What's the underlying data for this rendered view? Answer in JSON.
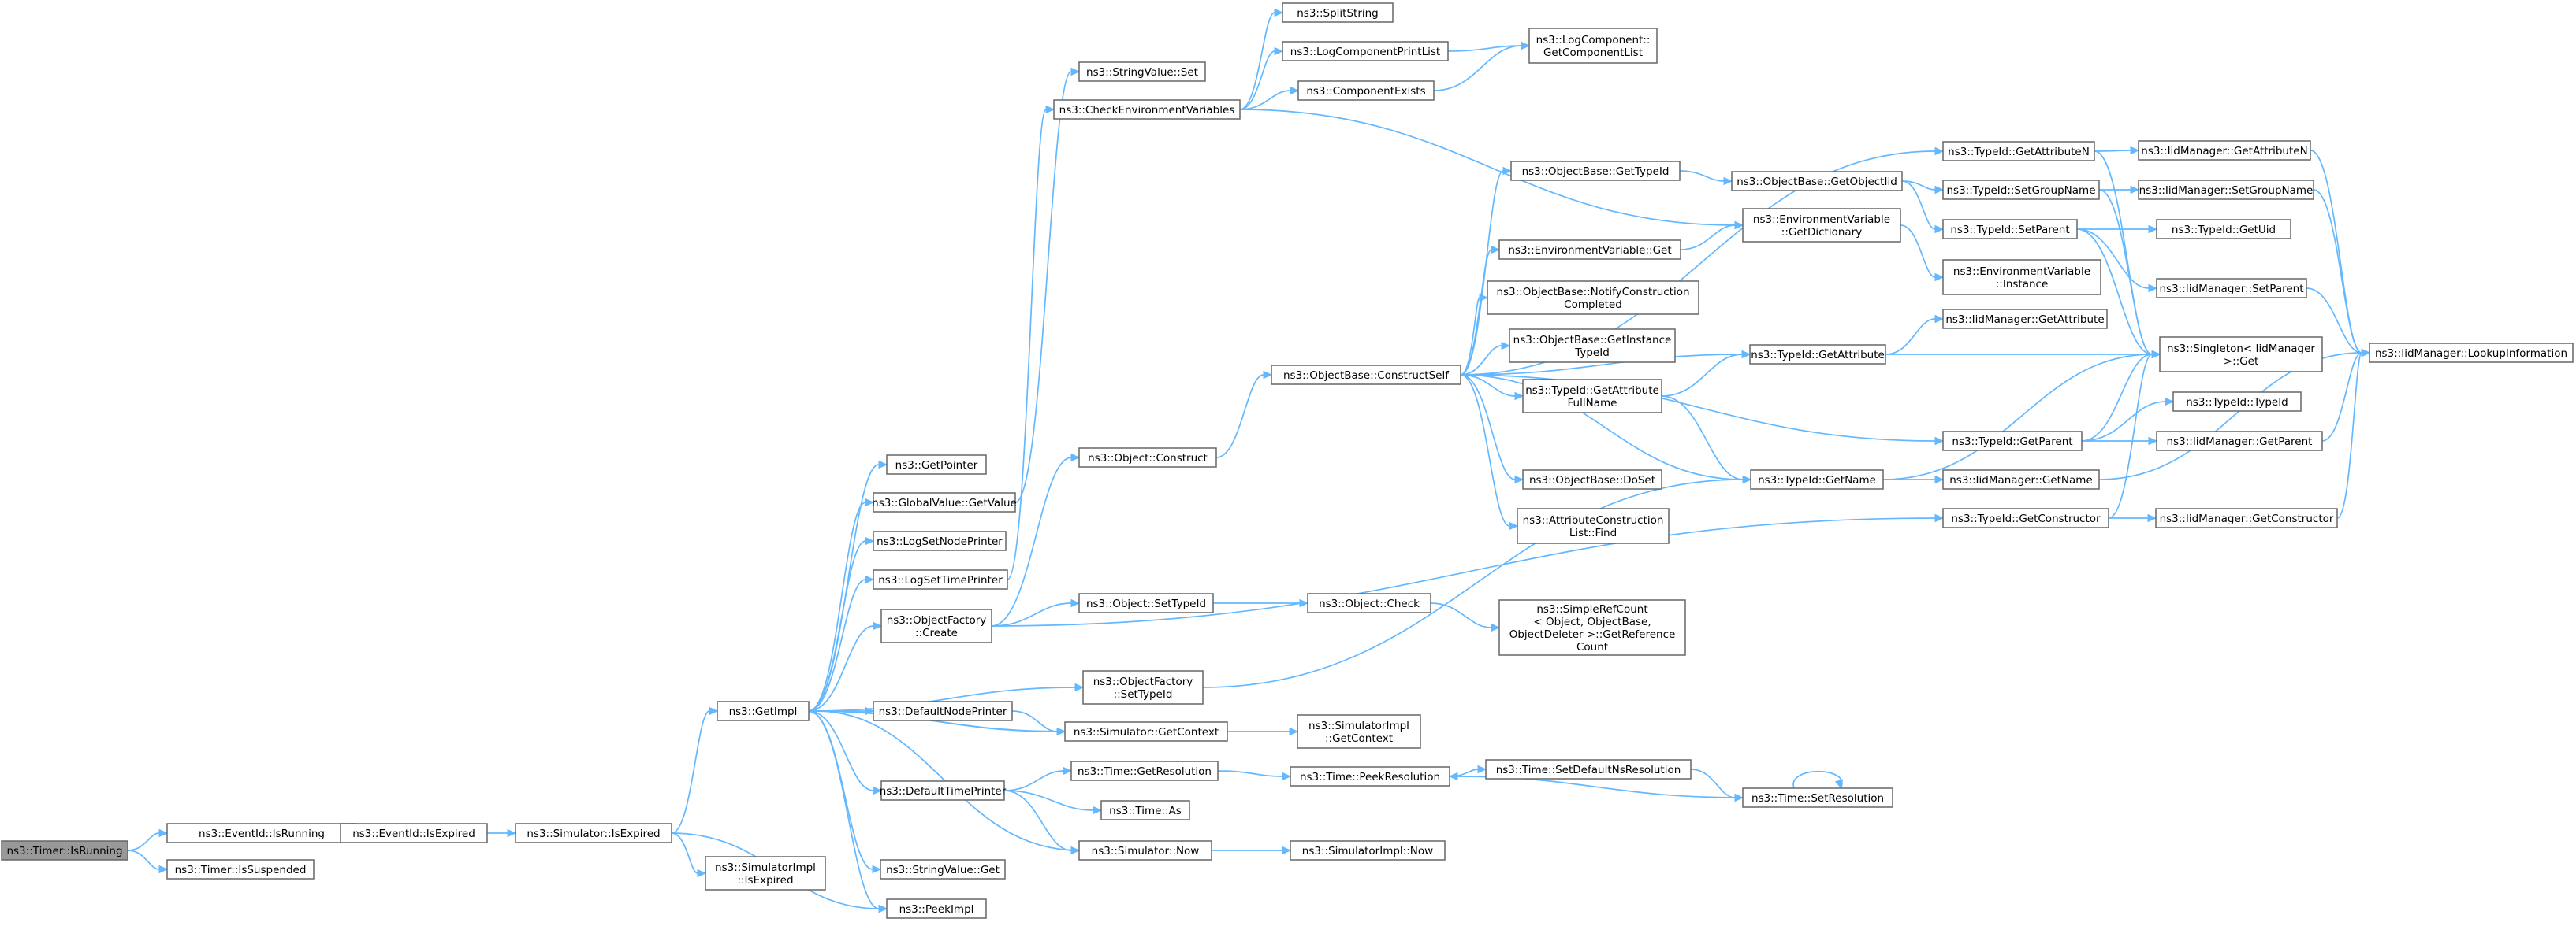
{
  "title": "",
  "nodes": [
    {
      "id": "timer_isrunning",
      "lines": [
        "ns3::Timer::IsRunning"
      ],
      "root": true
    },
    {
      "id": "eventid_isrunning",
      "lines": [
        "ns3::EventId::IsRunning"
      ]
    },
    {
      "id": "timer_issuspended",
      "lines": [
        "ns3::Timer::IsSuspended"
      ]
    },
    {
      "id": "eventid_isexpired",
      "lines": [
        "ns3::EventId::IsExpired"
      ]
    },
    {
      "id": "simulator_isexpired",
      "lines": [
        "ns3::Simulator::IsExpired"
      ]
    },
    {
      "id": "simimpl_isexpired",
      "lines": [
        "ns3::SimulatorImpl",
        "::IsExpired"
      ]
    },
    {
      "id": "getimpl",
      "lines": [
        "ns3::GetImpl"
      ]
    },
    {
      "id": "peekimpl",
      "lines": [
        "ns3::PeekImpl"
      ]
    },
    {
      "id": "getpointer",
      "lines": [
        "ns3::GetPointer"
      ]
    },
    {
      "id": "globalvalue_getvalue",
      "lines": [
        "ns3::GlobalValue::GetValue"
      ]
    },
    {
      "id": "logsetnodeprinter",
      "lines": [
        "ns3::LogSetNodePrinter"
      ]
    },
    {
      "id": "logsettimeprinter",
      "lines": [
        "ns3::LogSetTimePrinter"
      ]
    },
    {
      "id": "objectfactory_create",
      "lines": [
        "ns3::ObjectFactory",
        "::Create"
      ]
    },
    {
      "id": "defaultnodeprinter",
      "lines": [
        "ns3::DefaultNodePrinter"
      ]
    },
    {
      "id": "defaulttimeprinter",
      "lines": [
        "ns3::DefaultTimePrinter"
      ]
    },
    {
      "id": "stringvalue_get",
      "lines": [
        "ns3::StringValue::Get"
      ]
    },
    {
      "id": "stringvalue_set",
      "lines": [
        "ns3::StringValue::Set"
      ]
    },
    {
      "id": "checkenv",
      "lines": [
        "ns3::CheckEnvironmentVariables"
      ]
    },
    {
      "id": "object_construct",
      "lines": [
        "ns3::Object::Construct"
      ]
    },
    {
      "id": "object_settypeid",
      "lines": [
        "ns3::Object::SetTypeId"
      ]
    },
    {
      "id": "objectfactory_settypeid",
      "lines": [
        "ns3::ObjectFactory",
        "::SetTypeId"
      ]
    },
    {
      "id": "simulator_getcontext",
      "lines": [
        "ns3::Simulator::GetContext"
      ]
    },
    {
      "id": "time_getresolution",
      "lines": [
        "ns3::Time::GetResolution"
      ]
    },
    {
      "id": "time_as",
      "lines": [
        "ns3::Time::As"
      ]
    },
    {
      "id": "simulator_now",
      "lines": [
        "ns3::Simulator::Now"
      ]
    },
    {
      "id": "splitstring",
      "lines": [
        "ns3::SplitString"
      ]
    },
    {
      "id": "logcomponentprintlist",
      "lines": [
        "ns3::LogComponentPrintList"
      ]
    },
    {
      "id": "componentexists",
      "lines": [
        "ns3::ComponentExists"
      ]
    },
    {
      "id": "objectbase_constructself",
      "lines": [
        "ns3::ObjectBase::ConstructSelf"
      ]
    },
    {
      "id": "object_check",
      "lines": [
        "ns3::Object::Check"
      ]
    },
    {
      "id": "simimpl_getcontext",
      "lines": [
        "ns3::SimulatorImpl",
        "::GetContext"
      ]
    },
    {
      "id": "time_peekresolution",
      "lines": [
        "ns3::Time::PeekResolution"
      ]
    },
    {
      "id": "simimpl_now",
      "lines": [
        "ns3::SimulatorImpl::Now"
      ]
    },
    {
      "id": "logcomponent_getlist",
      "lines": [
        "ns3::LogComponent::",
        "GetComponentList"
      ]
    },
    {
      "id": "objectbase_gettypeid",
      "lines": [
        "ns3::ObjectBase::GetTypeId"
      ]
    },
    {
      "id": "envvar_get",
      "lines": [
        "ns3::EnvironmentVariable::Get"
      ]
    },
    {
      "id": "objectbase_notifyconstruction",
      "lines": [
        "ns3::ObjectBase::NotifyConstruction",
        "Completed"
      ]
    },
    {
      "id": "objectbase_getinstancetypeid",
      "lines": [
        "ns3::ObjectBase::GetInstance",
        "TypeId"
      ]
    },
    {
      "id": "typeid_getattributefullname",
      "lines": [
        "ns3::TypeId::GetAttribute",
        "FullName"
      ]
    },
    {
      "id": "objectbase_doset",
      "lines": [
        "ns3::ObjectBase::DoSet"
      ]
    },
    {
      "id": "attributeconstructionlist_find",
      "lines": [
        "ns3::AttributeConstruction",
        "List::Find"
      ]
    },
    {
      "id": "simplerefcount_getrefcount",
      "lines": [
        "ns3::SimpleRefCount",
        "< Object, ObjectBase,",
        " ObjectDeleter >::GetReference",
        "Count"
      ]
    },
    {
      "id": "time_setdefaultnsresolution",
      "lines": [
        "ns3::Time::SetDefaultNsResolution"
      ]
    },
    {
      "id": "objectbase_getobjectiid",
      "lines": [
        "ns3::ObjectBase::GetObjectIid"
      ]
    },
    {
      "id": "envvar_getdictionary",
      "lines": [
        "ns3::EnvironmentVariable",
        "::GetDictionary"
      ]
    },
    {
      "id": "typeid_getattribute",
      "lines": [
        "ns3::TypeId::GetAttribute"
      ]
    },
    {
      "id": "typeid_getname",
      "lines": [
        "ns3::TypeId::GetName"
      ]
    },
    {
      "id": "time_setresolution",
      "lines": [
        "ns3::Time::SetResolution"
      ]
    },
    {
      "id": "typeid_getattributen",
      "lines": [
        "ns3::TypeId::GetAttributeN"
      ]
    },
    {
      "id": "typeid_setgroupname",
      "lines": [
        "ns3::TypeId::SetGroupName"
      ]
    },
    {
      "id": "typeid_setparent",
      "lines": [
        "ns3::TypeId::SetParent"
      ]
    },
    {
      "id": "envvar_instance",
      "lines": [
        "ns3::EnvironmentVariable",
        "::Instance"
      ]
    },
    {
      "id": "iidmanager_getattribute",
      "lines": [
        "ns3::IidManager::GetAttribute"
      ]
    },
    {
      "id": "typeid_getparent",
      "lines": [
        "ns3::TypeId::GetParent"
      ]
    },
    {
      "id": "iidmanager_getname",
      "lines": [
        "ns3::IidManager::GetName"
      ]
    },
    {
      "id": "typeid_getconstructor",
      "lines": [
        "ns3::TypeId::GetConstructor"
      ]
    },
    {
      "id": "iidmanager_getattributen",
      "lines": [
        "ns3::IidManager::GetAttributeN"
      ]
    },
    {
      "id": "iidmanager_setgroupname",
      "lines": [
        "ns3::IidManager::SetGroupName"
      ]
    },
    {
      "id": "typeid_getuid",
      "lines": [
        "ns3::TypeId::GetUid"
      ]
    },
    {
      "id": "iidmanager_setparent",
      "lines": [
        "ns3::IidManager::SetParent"
      ]
    },
    {
      "id": "singleton_get",
      "lines": [
        "ns3::Singleton< IidManager",
        " >::Get"
      ]
    },
    {
      "id": "typeid_typeid",
      "lines": [
        "ns3::TypeId::TypeId"
      ]
    },
    {
      "id": "iidmanager_getparent",
      "lines": [
        "ns3::IidManager::GetParent"
      ]
    },
    {
      "id": "iidmanager_getconstructor",
      "lines": [
        "ns3::IidManager::GetConstructor"
      ]
    },
    {
      "id": "iidmanager_lookupinformation",
      "lines": [
        "ns3::IidManager::LookupInformation"
      ]
    }
  ],
  "edges": [
    [
      "timer_isrunning",
      "eventid_isrunning"
    ],
    [
      "timer_isrunning",
      "timer_issuspended"
    ],
    [
      "eventid_isrunning",
      "eventid_isexpired"
    ],
    [
      "eventid_isexpired",
      "simulator_isexpired"
    ],
    [
      "simulator_isexpired",
      "getimpl"
    ],
    [
      "simulator_isexpired",
      "simimpl_isexpired"
    ],
    [
      "simulator_isexpired",
      "peekimpl"
    ],
    [
      "getimpl",
      "getpointer"
    ],
    [
      "getimpl",
      "globalvalue_getvalue"
    ],
    [
      "getimpl",
      "logsetnodeprinter"
    ],
    [
      "getimpl",
      "logsettimeprinter"
    ],
    [
      "getimpl",
      "objectfactory_create"
    ],
    [
      "getimpl",
      "objectfactory_settypeid"
    ],
    [
      "getimpl",
      "defaultnodeprinter"
    ],
    [
      "getimpl",
      "simulator_getcontext"
    ],
    [
      "getimpl",
      "defaulttimeprinter"
    ],
    [
      "getimpl",
      "stringvalue_get"
    ],
    [
      "getimpl",
      "peekimpl"
    ],
    [
      "globalvalue_getvalue",
      "stringvalue_set"
    ],
    [
      "logsettimeprinter",
      "checkenv"
    ],
    [
      "objectfactory_create",
      "object_construct"
    ],
    [
      "objectfactory_create",
      "object_settypeid"
    ],
    [
      "objectfactory_create",
      "typeid_getconstructor"
    ],
    [
      "objectfactory_settypeid",
      "typeid_getname"
    ],
    [
      "defaultnodeprinter",
      "simulator_getcontext"
    ],
    [
      "simulator_getcontext",
      "getimpl"
    ],
    [
      "simulator_getcontext",
      "simimpl_getcontext"
    ],
    [
      "defaulttimeprinter",
      "time_getresolution"
    ],
    [
      "defaulttimeprinter",
      "time_as"
    ],
    [
      "defaulttimeprinter",
      "simulator_now"
    ],
    [
      "simulator_now",
      "getimpl"
    ],
    [
      "simulator_now",
      "simimpl_now"
    ],
    [
      "time_getresolution",
      "time_peekresolution"
    ],
    [
      "checkenv",
      "splitstring"
    ],
    [
      "checkenv",
      "logcomponentprintlist"
    ],
    [
      "checkenv",
      "componentexists"
    ],
    [
      "checkenv",
      "envvar_getdictionary"
    ],
    [
      "logcomponentprintlist",
      "logcomponent_getlist"
    ],
    [
      "componentexists",
      "logcomponent_getlist"
    ],
    [
      "object_construct",
      "objectbase_constructself"
    ],
    [
      "object_settypeid",
      "object_check"
    ],
    [
      "object_check",
      "simplerefcount_getrefcount"
    ],
    [
      "objectbase_constructself",
      "objectbase_gettypeid"
    ],
    [
      "objectbase_constructself",
      "envvar_get"
    ],
    [
      "objectbase_constructself",
      "objectbase_notifyconstruction"
    ],
    [
      "objectbase_constructself",
      "objectbase_getinstancetypeid"
    ],
    [
      "objectbase_constructself",
      "typeid_getattribute"
    ],
    [
      "objectbase_constructself",
      "typeid_getattributefullname"
    ],
    [
      "objectbase_constructself",
      "objectbase_doset"
    ],
    [
      "objectbase_constructself",
      "attributeconstructionlist_find"
    ],
    [
      "objectbase_constructself",
      "typeid_getname"
    ],
    [
      "objectbase_constructself",
      "typeid_getattributen"
    ],
    [
      "objectbase_constructself",
      "typeid_getparent"
    ],
    [
      "objectbase_gettypeid",
      "objectbase_getobjectiid"
    ],
    [
      "objectbase_getobjectiid",
      "typeid_setgroupname"
    ],
    [
      "objectbase_getobjectiid",
      "typeid_setparent"
    ],
    [
      "envvar_get",
      "envvar_getdictionary"
    ],
    [
      "envvar_getdictionary",
      "envvar_instance"
    ],
    [
      "typeid_getattributefullname",
      "typeid_getattribute"
    ],
    [
      "typeid_getattributefullname",
      "typeid_getname"
    ],
    [
      "typeid_getattribute",
      "iidmanager_getattribute"
    ],
    [
      "typeid_getattribute",
      "singleton_get"
    ],
    [
      "typeid_getname",
      "singleton_get"
    ],
    [
      "typeid_getname",
      "iidmanager_getname"
    ],
    [
      "time_peekresolution",
      "time_setdefaultnsresolution"
    ],
    [
      "time_setdefaultnsresolution",
      "time_setresolution"
    ],
    [
      "time_setresolution",
      "time_peekresolution"
    ],
    [
      "time_setresolution",
      "time_setresolution"
    ],
    [
      "typeid_getattributen",
      "iidmanager_getattributen"
    ],
    [
      "typeid_getattributen",
      "singleton_get"
    ],
    [
      "typeid_setgroupname",
      "iidmanager_setgroupname"
    ],
    [
      "typeid_setgroupname",
      "singleton_get"
    ],
    [
      "typeid_setparent",
      "typeid_getuid"
    ],
    [
      "typeid_setparent",
      "iidmanager_setparent"
    ],
    [
      "typeid_setparent",
      "singleton_get"
    ],
    [
      "typeid_getparent",
      "typeid_typeid"
    ],
    [
      "typeid_getparent",
      "iidmanager_getparent"
    ],
    [
      "typeid_getparent",
      "singleton_get"
    ],
    [
      "typeid_getconstructor",
      "iidmanager_getconstructor"
    ],
    [
      "typeid_getconstructor",
      "singleton_get"
    ],
    [
      "iidmanager_getattributen",
      "iidmanager_lookupinformation"
    ],
    [
      "iidmanager_setgroupname",
      "iidmanager_lookupinformation"
    ],
    [
      "iidmanager_setparent",
      "iidmanager_lookupinformation"
    ],
    [
      "iidmanager_getparent",
      "iidmanager_lookupinformation"
    ],
    [
      "iidmanager_getname",
      "iidmanager_lookupinformation"
    ],
    [
      "iidmanager_getconstructor",
      "iidmanager_lookupinformation"
    ]
  ],
  "colors": {
    "edge": "#63b8ff",
    "node_border": "#666666",
    "root_fill": "#999999",
    "node_fill": "#ffffff",
    "text": "#000000"
  }
}
